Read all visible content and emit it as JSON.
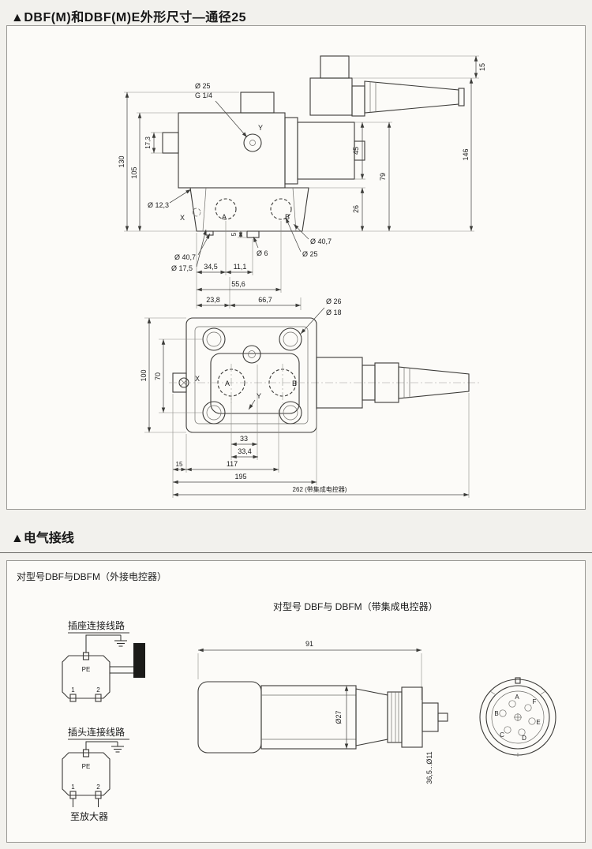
{
  "page": {
    "title": "▲DBF(M)和DBF(M)E外形尺寸—通径25",
    "wiring_section_title": "▲电气接线"
  },
  "side_view": {
    "port_dia": "Ø 25",
    "port_thread": "G 1/4",
    "label_y": "Y",
    "label_x": "X",
    "label_a": "A",
    "label_b": "B",
    "dim_130": "130",
    "dim_105": "105",
    "dim_17_3": "17,3",
    "dia_12_3": "Ø 12,3",
    "dim_15": "15",
    "dim_146": "146",
    "dim_79": "79",
    "dim_45": "45",
    "dim_26": "26",
    "dia_40_7_right": "Ø 40,7",
    "dia_40_7_left": "Ø 40,7",
    "dia_17_5": "Ø 17,5",
    "dia_6": "Ø 6",
    "dia_25_bottom": "Ø 25",
    "dim_5": "5",
    "dim_34_5": "34,5",
    "dim_11_1": "11,1",
    "dim_55_6": "55,6",
    "dim_23_8": "23,8",
    "dim_66_7": "66,7"
  },
  "top_view": {
    "dia_26": "Ø 26",
    "dia_18": "Ø 18",
    "dim_100": "100",
    "dim_70": "70",
    "label_x": "X",
    "label_a": "A",
    "label_b": "B",
    "label_y": "Y",
    "dim_33": "33",
    "dim_33_4": "33,4",
    "dim_15": "15",
    "dim_117": "117",
    "dim_195": "195",
    "dim_262": "262 (带集成电控器)"
  },
  "wiring": {
    "left_header": "对型号DBF与DBFM（外接电控器）",
    "right_header": "对型号 DBF与 DBFM（带集成电控器）",
    "socket_title": "插座连接线路",
    "plug_title": "插头连接线路",
    "to_amplifier": "至放大器",
    "pe_label": "PE",
    "pin_1": "1",
    "pin_2": "2",
    "dim_91": "91",
    "dia_27": "Ø27",
    "dim_36_5": "36,5...Ø11",
    "pins": [
      {
        "label": "A"
      },
      {
        "label": "F"
      },
      {
        "label": "B"
      },
      {
        "label": "E"
      },
      {
        "label": "C"
      },
      {
        "label": "D"
      }
    ]
  }
}
